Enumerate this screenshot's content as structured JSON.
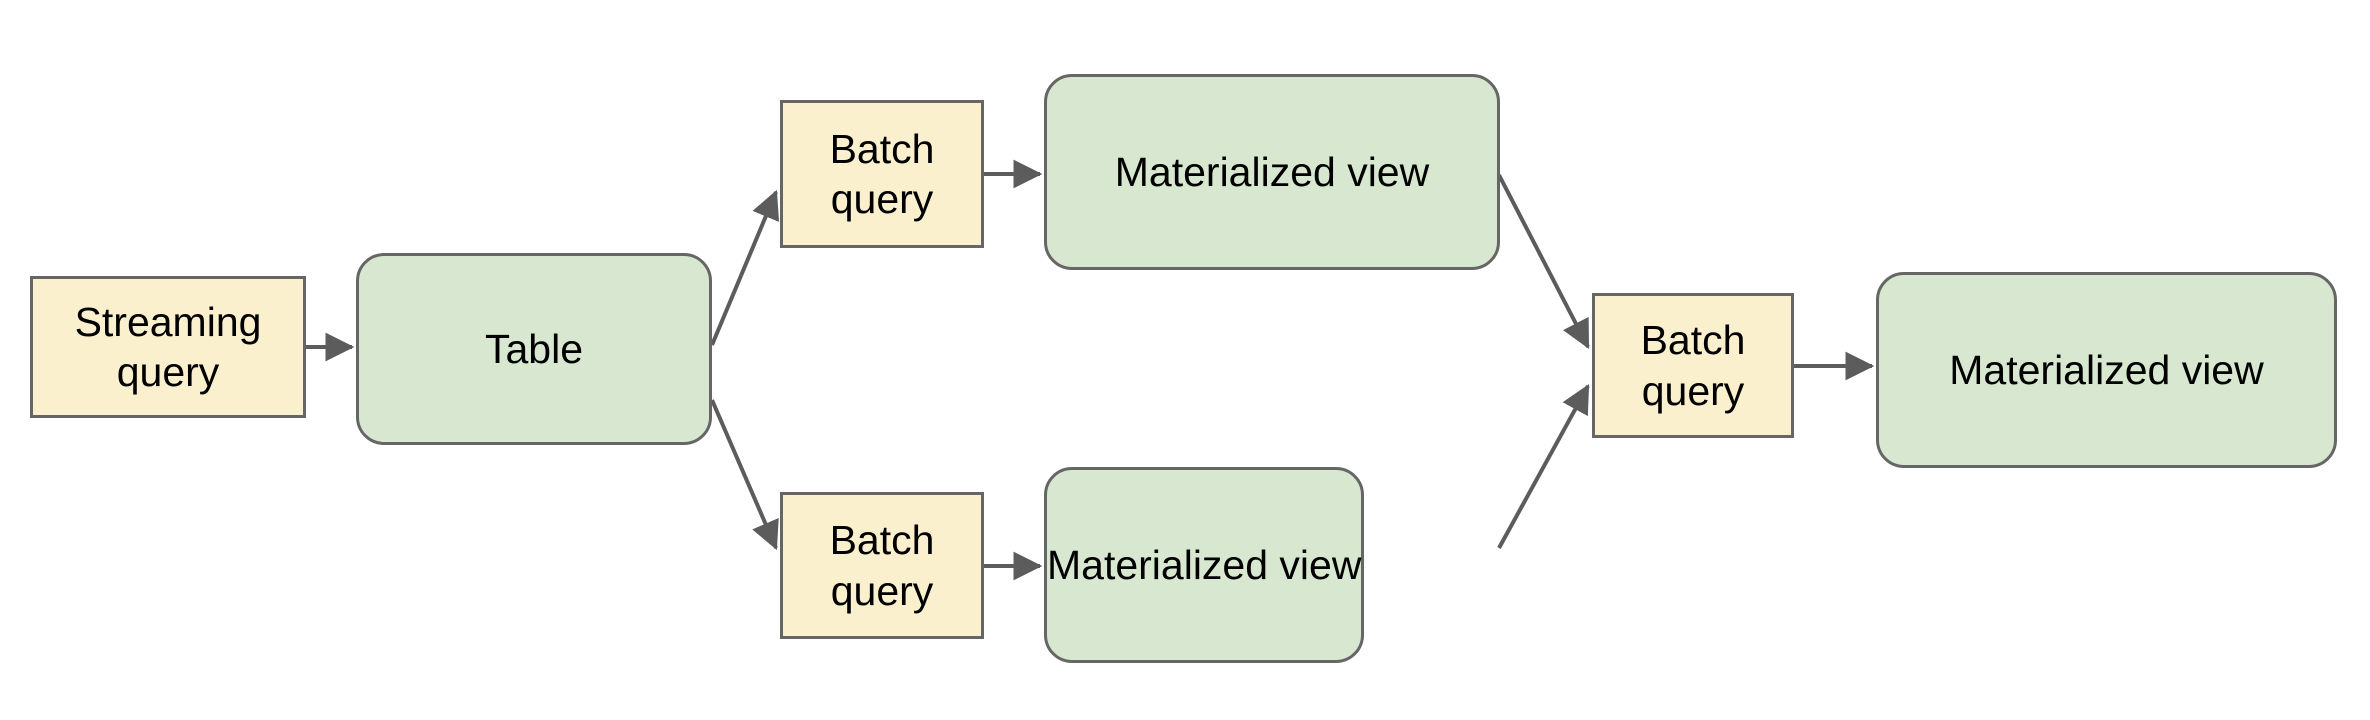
{
  "diagram": {
    "title": "Streaming and batch query materialized view pipeline",
    "background_color": "#ffffff",
    "palette": {
      "query_fill": "#faf0ce",
      "data_fill": "#d8e8d0",
      "border": "#666666",
      "edge": "#5c5c5c",
      "text": "#000000"
    },
    "nodes": [
      {
        "id": "streaming-query",
        "label": "Streaming\nquery",
        "shape": "rectangle",
        "kind": "query",
        "fill": "#faf0ce"
      },
      {
        "id": "table",
        "label": "Table",
        "shape": "rounded-rectangle",
        "kind": "data",
        "fill": "#d8e8d0"
      },
      {
        "id": "batch-query-top",
        "label": "Batch\nquery",
        "shape": "rectangle",
        "kind": "query",
        "fill": "#faf0ce"
      },
      {
        "id": "batch-query-bottom",
        "label": "Batch\nquery",
        "shape": "rectangle",
        "kind": "query",
        "fill": "#faf0ce"
      },
      {
        "id": "materialized-view-top",
        "label": "Materialized view",
        "shape": "rounded-rectangle",
        "kind": "data",
        "fill": "#d8e8d0"
      },
      {
        "id": "materialized-view-bottom",
        "label": "Materialized view",
        "shape": "rounded-rectangle",
        "kind": "data",
        "fill": "#d8e8d0"
      },
      {
        "id": "batch-query-center",
        "label": "Batch\nquery",
        "shape": "rectangle",
        "kind": "query",
        "fill": "#faf0ce"
      },
      {
        "id": "materialized-view-right",
        "label": "Materialized view",
        "shape": "rounded-rectangle",
        "kind": "data",
        "fill": "#d8e8d0"
      }
    ],
    "edges": [
      {
        "id": "e1",
        "from": "streaming-query",
        "to": "table",
        "style": "straight",
        "arrowhead": "filled-triangle"
      },
      {
        "id": "e2",
        "from": "table",
        "to": "batch-query-top",
        "style": "diagonal",
        "arrowhead": "filled-triangle"
      },
      {
        "id": "e3",
        "from": "table",
        "to": "batch-query-bottom",
        "style": "diagonal",
        "arrowhead": "filled-triangle"
      },
      {
        "id": "e4",
        "from": "batch-query-top",
        "to": "materialized-view-top",
        "style": "straight",
        "arrowhead": "filled-triangle"
      },
      {
        "id": "e5",
        "from": "batch-query-bottom",
        "to": "materialized-view-bottom",
        "style": "straight",
        "arrowhead": "filled-triangle"
      },
      {
        "id": "e6",
        "from": "materialized-view-top",
        "to": "batch-query-center",
        "style": "diagonal",
        "arrowhead": "filled-triangle"
      },
      {
        "id": "e7",
        "from": "materialized-view-bottom",
        "to": "batch-query-center",
        "style": "diagonal",
        "arrowhead": "filled-triangle"
      },
      {
        "id": "e8",
        "from": "batch-query-center",
        "to": "materialized-view-right",
        "style": "straight",
        "arrowhead": "filled-triangle"
      }
    ]
  }
}
